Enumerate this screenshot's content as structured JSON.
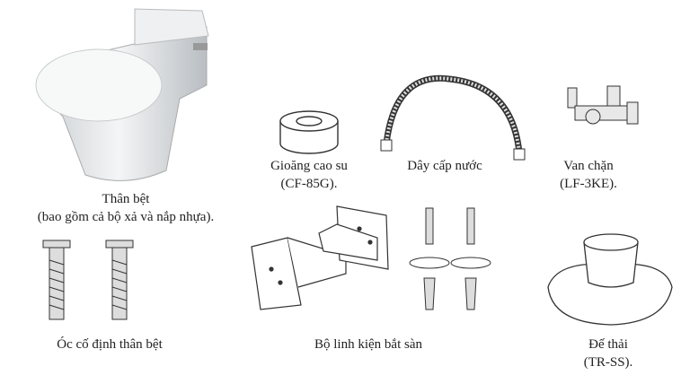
{
  "parts": [
    {
      "name": "Thân bệt",
      "detail": "(bao gồm cả bộ xả và nắp nhựa)."
    },
    {
      "name": "Gioăng cao su",
      "detail": "(CF-85G)."
    },
    {
      "name": "Dây cấp nước"
    },
    {
      "name": "Van chặn",
      "detail": "(LF-3KE)."
    },
    {
      "name": "Óc cố định thân bệt"
    },
    {
      "name": "Bộ linh kiện bắt sàn"
    },
    {
      "name": "Đế thải",
      "detail": "(TR-SS)."
    }
  ]
}
